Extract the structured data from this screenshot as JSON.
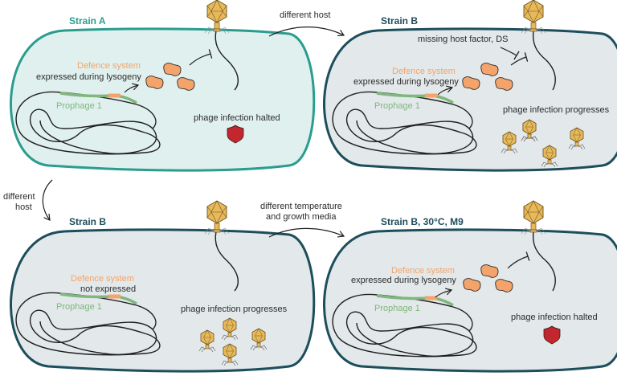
{
  "colors": {
    "strain_a_border": "#2a9d8f",
    "strain_a_fill": "#e0f0ef",
    "strain_b_border": "#1d4e5c",
    "strain_b_fill": "#e3e8ea",
    "defence_system": "#f4a46a",
    "prophage": "#7fb77e",
    "shield": "#c1272d",
    "phage": "#e8b95a"
  },
  "panels": [
    {
      "title": "Strain A",
      "defence_label": "Defence system",
      "expression_label": "expressed during lysogeny",
      "prophage_label": "Prophage 1",
      "outcome_label": "phage infection halted",
      "outcome": "halted",
      "extra_label": ""
    },
    {
      "title": "Strain B",
      "defence_label": "Defence system",
      "expression_label": "expressed during lysogeny",
      "prophage_label": "Prophage 1",
      "outcome_label": "phage infection progresses",
      "outcome": "progresses",
      "extra_label": "missing host factor, DS"
    },
    {
      "title": "Strain B",
      "defence_label": "Defence system",
      "expression_label": "not expressed",
      "prophage_label": "Prophage 1",
      "outcome_label": "phage infection progresses",
      "outcome": "progresses",
      "extra_label": ""
    },
    {
      "title": "Strain B, 30°C, M9",
      "defence_label": "Defence system",
      "expression_label": "expressed during lysogeny",
      "prophage_label": "Prophage 1",
      "outcome_label": "phage infection halted",
      "outcome": "halted",
      "extra_label": ""
    }
  ],
  "transitions": {
    "top": "different host",
    "left_line1": "different",
    "left_line2": "host",
    "bottom_line1": "different temperature",
    "bottom_line2": "and growth media"
  }
}
